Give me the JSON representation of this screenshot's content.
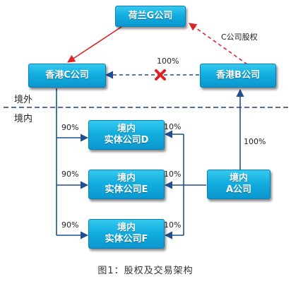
{
  "entities": {
    "netherlands_g": "荷兰G公司",
    "hongkong_c": "香港C公司",
    "hongkong_b": "香港B公司",
    "domestic_d": [
      "境内",
      "实体公司D"
    ],
    "domestic_e": [
      "境内",
      "实体公司E"
    ],
    "domestic_f": [
      "境内",
      "实体公司F"
    ],
    "domestic_a": [
      "境内",
      "A公司"
    ]
  },
  "regions": {
    "overseas": "境外",
    "domestic": "境内"
  },
  "edges": {
    "b_to_g": "C公司股权",
    "b_to_c": "100%",
    "c_to_d": "90%",
    "c_to_e": "90%",
    "c_to_f": "90%",
    "a_to_d": "10%",
    "a_to_e": "10%",
    "a_to_f": "10%",
    "a_to_b": "100%"
  },
  "caption": "图1：股权及交易架构",
  "colors": {
    "box": "#13aee0",
    "red_line": "#d8282a",
    "blue_line": "#1f4f8f",
    "blocked_marker": "#e02020"
  }
}
